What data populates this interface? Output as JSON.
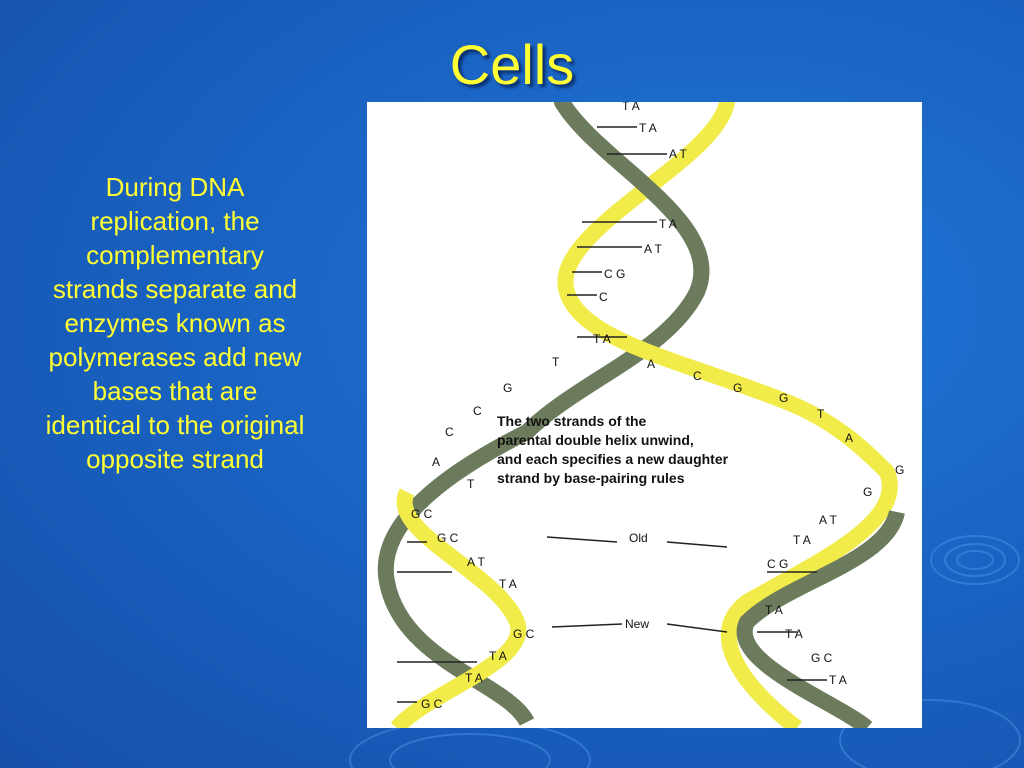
{
  "slide": {
    "title": "Cells",
    "body": "During DNA replication, the complementary strands separate and enzymes known as polymerases add new bases that are identical to the original opposite strand"
  },
  "figure": {
    "caption_lines": [
      "The two strands of the",
      "parental double helix unwind,",
      "and each specifies a new daughter",
      "strand by base-pairing rules"
    ],
    "label_old": "Old",
    "label_new": "New",
    "parental_pairs": [
      "T A",
      "T A",
      "A T",
      "T A",
      "A T",
      "C G",
      "C",
      "T A"
    ],
    "left_unpaired": [
      "T",
      "G",
      "C",
      "C",
      "A",
      "T"
    ],
    "right_unpaired": [
      "A",
      "C",
      "G",
      "G",
      "T",
      "A",
      "G",
      "G"
    ],
    "left_daughter_pairs": [
      "G C",
      "G C",
      "A T",
      "T A",
      "G C",
      "T A",
      "T A",
      "G C"
    ],
    "right_daughter_pairs": [
      "A T",
      "T A",
      "C G",
      "T A",
      "T A",
      "G C",
      "T A"
    ]
  },
  "colors": {
    "background": "#1a64c4",
    "title_text": "#ffff33",
    "body_text": "#ffff33",
    "old_strand": "#6b7b5c",
    "new_strand": "#f2ec4a"
  }
}
